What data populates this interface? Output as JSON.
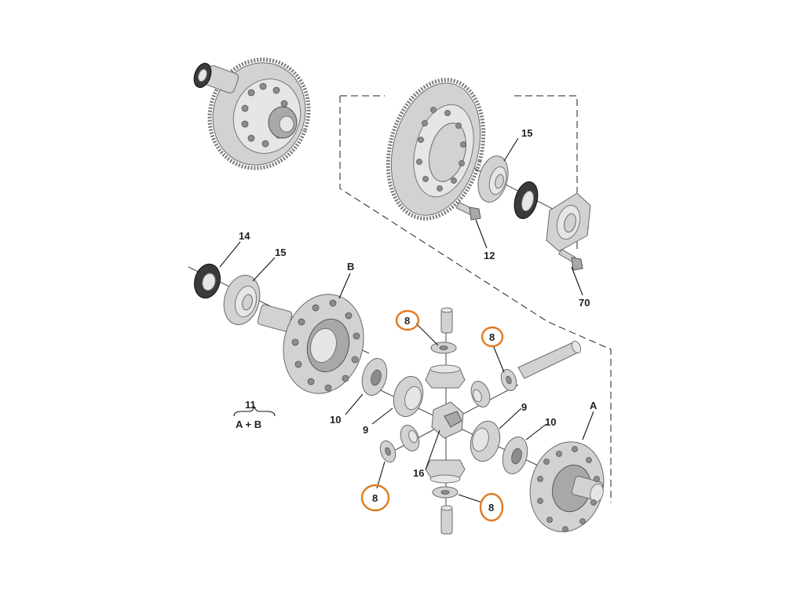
{
  "callouts": {
    "c15_top": "15",
    "c12": "12",
    "c70": "70",
    "c14": "14",
    "c15_left": "15",
    "cB": "B",
    "cA": "A",
    "c8_a": "8",
    "c8_b": "8",
    "c8_c": "8",
    "c8_d": "8",
    "c9_left": "9",
    "c9_right": "9",
    "c10_left": "10",
    "c10_right": "10",
    "c16": "16",
    "c11": "11",
    "c11_sub": "A + B"
  },
  "colors": {
    "highlight_ring": "#e07a1f",
    "part_metal": "#d2d2d2",
    "seal_rubber": "#3a3a3a"
  }
}
